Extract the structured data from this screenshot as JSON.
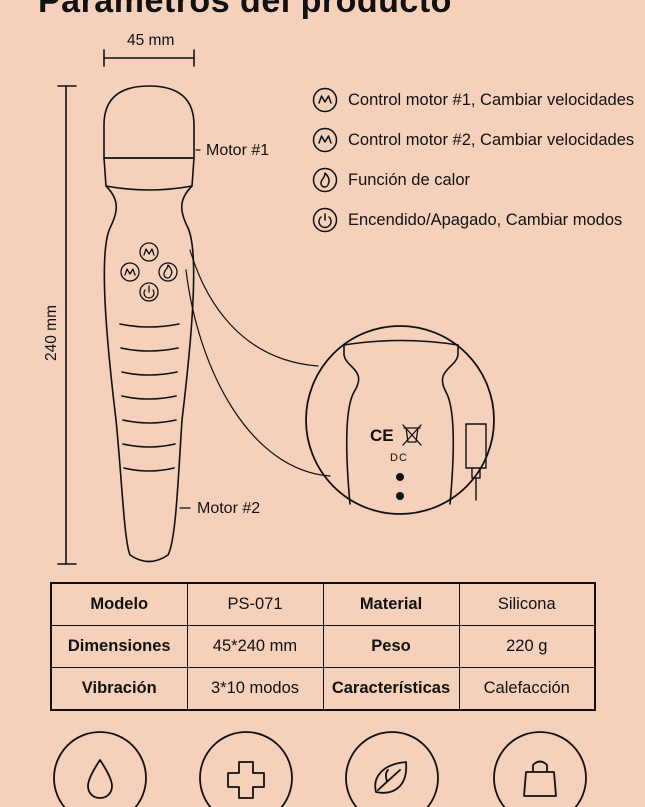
{
  "title": "Parámetros del producto",
  "dimensions": {
    "width_label": "45 mm",
    "height_label": "240 mm",
    "motor1_label": "Motor #1",
    "motor2_label": "Motor #2"
  },
  "legend": [
    {
      "icon": "motor-icon",
      "text": "Control motor #1, Cambiar velocidades"
    },
    {
      "icon": "motor-icon",
      "text": "Control motor #2, Cambiar velocidades"
    },
    {
      "icon": "flame-icon",
      "text": "Función de calor"
    },
    {
      "icon": "power-icon",
      "text": "Encendido/Apagado, Cambiar modos"
    }
  ],
  "detail": {
    "ce_mark": "CE",
    "dc_label": "DC"
  },
  "specs": [
    [
      "Modelo",
      "PS-071",
      "Material",
      "Silicona"
    ],
    [
      "Dimensiones",
      "45*240 mm",
      "Peso",
      "220 g"
    ],
    [
      "Vibración",
      "3*10 modos",
      "Características",
      "Calefacción"
    ]
  ],
  "features": [
    {
      "icon": "water-drop-icon"
    },
    {
      "icon": "medical-cross-icon"
    },
    {
      "icon": "leaf-icon"
    },
    {
      "icon": "bag-icon"
    }
  ],
  "colors": {
    "background": "#f5d0bb",
    "ink": "#111111"
  }
}
